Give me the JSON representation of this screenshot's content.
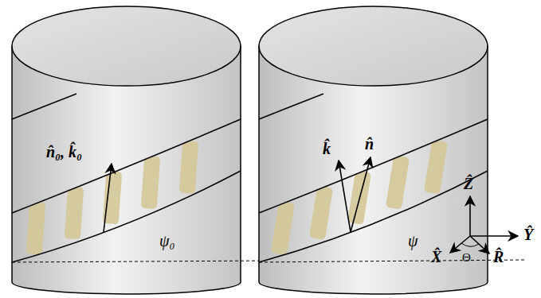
{
  "diagram": {
    "labels": [
      "n̂₀, k̂₀",
      "ψ₀",
      "k̂",
      "n̂",
      "ψ",
      "Ẑ",
      "Ŷ",
      "X̂",
      "Θ",
      "R̂"
    ]
  }
}
